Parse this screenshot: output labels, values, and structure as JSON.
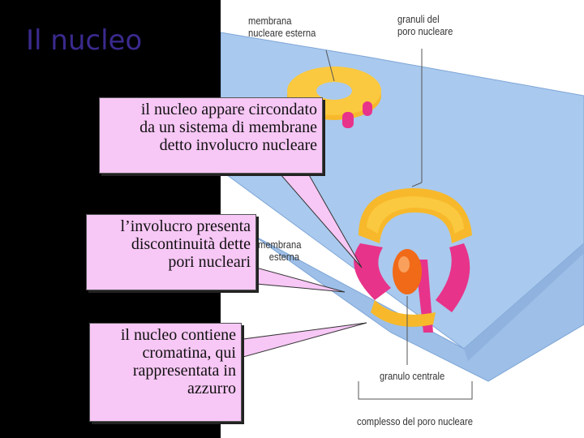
{
  "slide": {
    "title": "Il nucleo"
  },
  "figure_labels": {
    "outer_membrane_top": [
      "membrana",
      "nucleare esterna"
    ],
    "pore_granules": [
      "granuli del",
      "poro nucleare"
    ],
    "outer_membrane_mid": [
      "membrana",
      "esterna"
    ],
    "central_granule": "granulo centrale",
    "pore_complex": "complesso del poro nucleare"
  },
  "callouts": [
    {
      "lines": [
        "il nucleo appare circondato",
        "da un sistema di membrane",
        "detto involucro nucleare"
      ]
    },
    {
      "lines": [
        "l’involucro presenta",
        "discontinuità dette",
        "pori nucleari"
      ]
    },
    {
      "lines": [
        "il nucleo contiene",
        "cromatina, qui",
        "rappresentata in",
        "azzurro"
      ]
    }
  ],
  "colors": {
    "membrane": "#a9c9ee",
    "pore_ring": "#f7b92b",
    "pore_channel": "#e8338a",
    "central_granule": "#f06a18",
    "callout_bg": "#f7c7f5",
    "title": "#3a2a8e"
  }
}
